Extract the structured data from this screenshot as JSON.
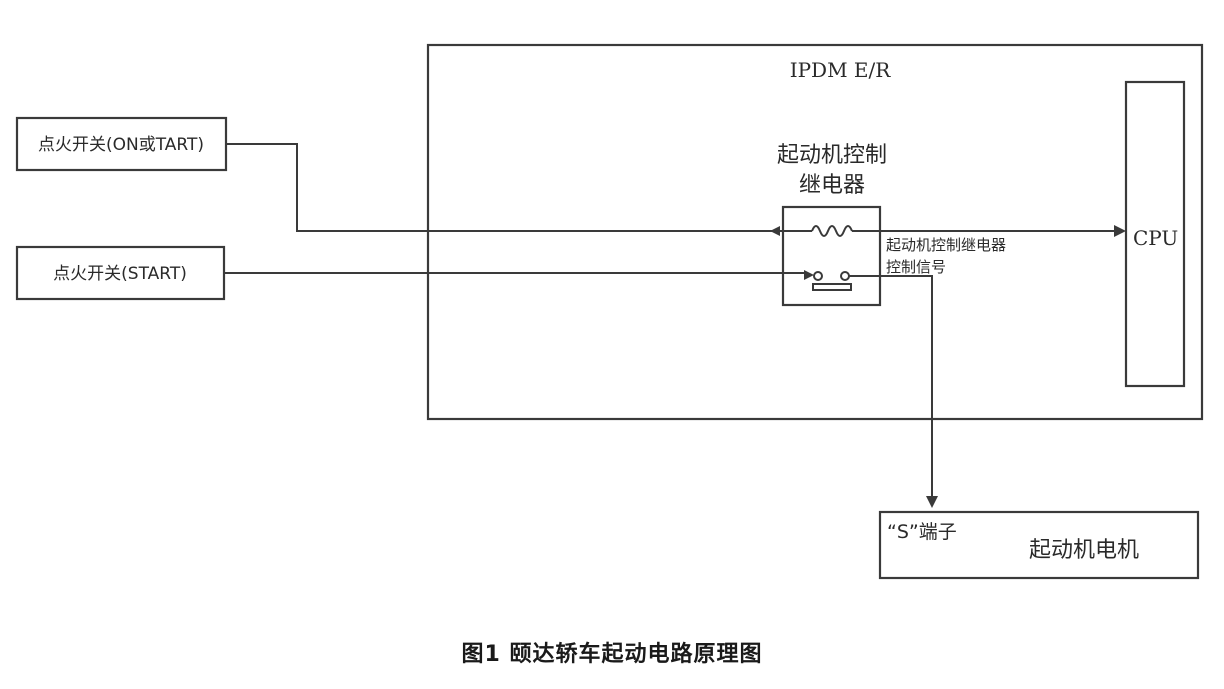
{
  "figure": {
    "caption": "图1 颐达轿车起动电路原理图"
  },
  "blocks": {
    "ipdm_label": "IPDM E/R",
    "cpu_label": "CPU",
    "ignition_on": "点火开关(ON或TART)",
    "ignition_start": "点火开关(START)",
    "relay_title_line1": "起动机控制",
    "relay_title_line2": "继电器",
    "signal_line1": "起动机控制继电器",
    "signal_line2": "控制信号",
    "s_terminal": "“S”端子",
    "starter_motor": "起动机电机"
  },
  "colors": {
    "line": "#3a3a3a",
    "text": "#2a2a2a",
    "background": "#ffffff"
  }
}
